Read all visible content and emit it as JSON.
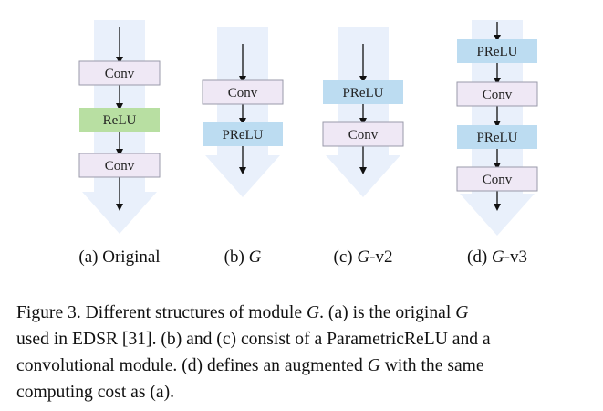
{
  "colors": {
    "conv_fill": "#efe8f5",
    "conv_stroke": "#9a9aaa",
    "relu_fill": "#b8dfa2",
    "prelu_fill": "#bcdcf1",
    "bg_arrow": "#e9f0fb",
    "arrow": "#111111"
  },
  "panels": [
    {
      "id": "a",
      "sub_prefix": "(a) Original",
      "sub_italic": "",
      "sub_suffix": "",
      "blocks": [
        {
          "label": "Conv",
          "type": "conv"
        },
        {
          "label": "ReLU",
          "type": "relu"
        },
        {
          "label": "Conv",
          "type": "conv"
        }
      ]
    },
    {
      "id": "b",
      "sub_prefix": "(b) ",
      "sub_italic": "G",
      "sub_suffix": "",
      "blocks": [
        {
          "label": "Conv",
          "type": "conv"
        },
        {
          "label": "PReLU",
          "type": "prelu"
        }
      ]
    },
    {
      "id": "c",
      "sub_prefix": "(c) ",
      "sub_italic": "G",
      "sub_suffix": "-v2",
      "blocks": [
        {
          "label": "PReLU",
          "type": "prelu"
        },
        {
          "label": "Conv",
          "type": "conv"
        }
      ]
    },
    {
      "id": "d",
      "sub_prefix": "(d) ",
      "sub_italic": "G",
      "sub_suffix": "-v3",
      "blocks": [
        {
          "label": "PReLU",
          "type": "prelu"
        },
        {
          "label": "Conv",
          "type": "conv"
        },
        {
          "label": "PReLU",
          "type": "prelu"
        },
        {
          "label": "Conv",
          "type": "conv"
        }
      ]
    }
  ],
  "caption": {
    "line1_a": "Figure 3. Different structures of module ",
    "line1_g": "G",
    "line1_b": ".  (a) is the original ",
    "line1_g2": "G",
    "line2": "used in EDSR [31]. (b) and (c) consist of a ParametricReLU and a",
    "line3_a": "convolutional module. (d) defines an augmented ",
    "line3_g": "G",
    "line3_b": " with the same",
    "line4": "computing cost as (a)."
  }
}
